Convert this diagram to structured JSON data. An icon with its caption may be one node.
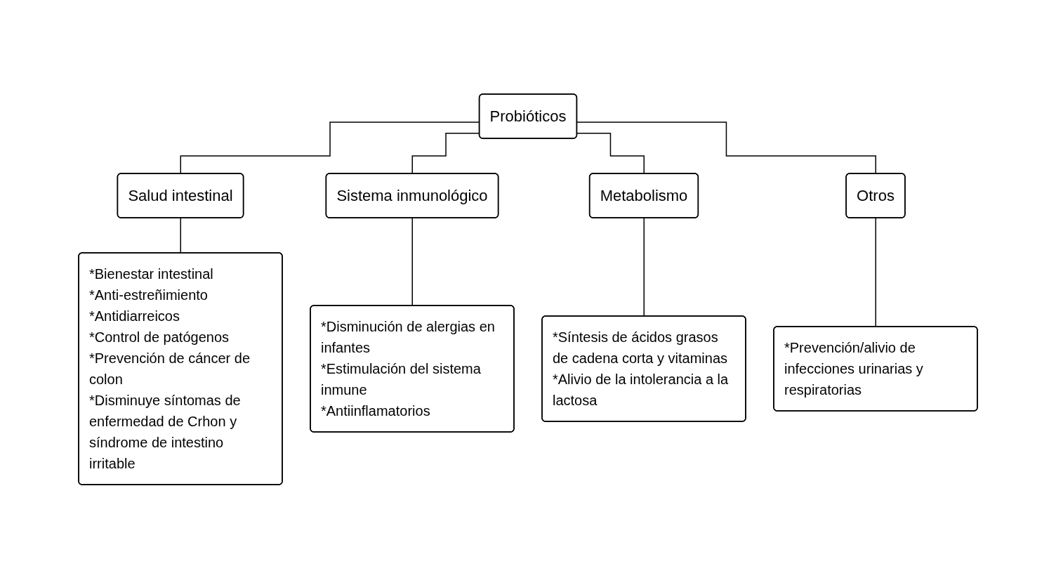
{
  "diagram": {
    "nodes": [
      {
        "text": [
          "Probióticos"
        ]
      },
      {
        "text": [
          "Salud intestinal"
        ]
      },
      {
        "text": [
          "Sistema inmunológico"
        ]
      },
      {
        "text": [
          "Metabolismo"
        ]
      },
      {
        "text": [
          "Otros"
        ]
      },
      {
        "text": [
          "*Bienestar intestinal",
          "*Anti-estreñimiento",
          "*Antidiarreicos",
          "*Control de patógenos",
          "*Prevención de cáncer de colon",
          "*Disminuye síntomas de enfermedad de Crhon y síndrome de intestino irritable"
        ]
      },
      {
        "text": [
          "*Disminución de alergias en infantes",
          "*Estimulación del sistema inmune",
          "*Antiinflamatorios"
        ]
      },
      {
        "text": [
          "*Síntesis de ácidos grasos de cadena corta y vitaminas",
          "*Alivio de la intolerancia a la lactosa"
        ]
      },
      {
        "text": [
          "*Prevención/alivio de infecciones urinarias y respiratorias"
        ]
      }
    ],
    "edges": [
      {
        "from": 0,
        "to": 1,
        "arrow": "none"
      },
      {
        "from": 0,
        "to": 2,
        "arrow": "none"
      },
      {
        "from": 0,
        "to": 3,
        "arrow": "none"
      },
      {
        "from": 0,
        "to": 4,
        "arrow": "none"
      },
      {
        "from": 1,
        "to": 5,
        "arrow": "none"
      },
      {
        "from": 2,
        "to": 6,
        "arrow": "none"
      },
      {
        "from": 3,
        "to": 7,
        "arrow": "none"
      },
      {
        "from": 4,
        "to": 8,
        "arrow": "none"
      }
    ]
  }
}
